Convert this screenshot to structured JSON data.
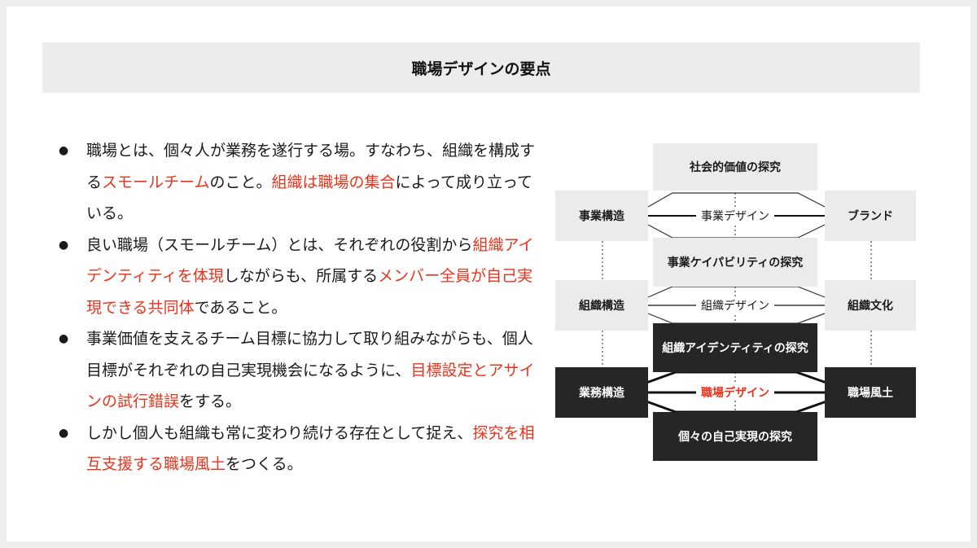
{
  "title": "職場デザインの要点",
  "bullets": [
    [
      {
        "t": "職場とは、個々人が業務を遂行する場。すなわち、組織を構成する",
        "hl": false
      },
      {
        "t": "スモールチーム",
        "hl": true
      },
      {
        "t": "のこと。",
        "hl": false
      },
      {
        "t": "組織は職場の集合",
        "hl": true
      },
      {
        "t": "によって成り立っている。",
        "hl": false
      }
    ],
    [
      {
        "t": "良い職場（スモールチーム）とは、それぞれの役割から",
        "hl": false
      },
      {
        "t": "組織アイデンティティを体現",
        "hl": true
      },
      {
        "t": "しながらも、所属する",
        "hl": false
      },
      {
        "t": "メンバー全員が自己実現できる共同体",
        "hl": true
      },
      {
        "t": "であること。",
        "hl": false
      }
    ],
    [
      {
        "t": "事業価値を支えるチーム目標に協力して取り組みながらも、個人目標がそれぞれの自己実現機会になるように、",
        "hl": false
      },
      {
        "t": "目標設定とアサインの試行錯誤",
        "hl": true
      },
      {
        "t": "をする。",
        "hl": false
      }
    ],
    [
      {
        "t": "しかし個人も組織も常に変わり続ける存在として捉え、",
        "hl": false
      },
      {
        "t": "探究を相互支援する職場風土",
        "hl": true
      },
      {
        "t": "をつくる。",
        "hl": false
      }
    ]
  ],
  "diagram": {
    "social_value": "社会的価値の探究",
    "business_structure": "事業構造",
    "brand": "ブランド",
    "business_design": "事業デザイン",
    "business_capability": "事業ケイパビリティの探究",
    "org_structure": "組織構造",
    "org_culture": "組織文化",
    "org_design": "組織デザイン",
    "org_identity": "組織アイデンティティの探究",
    "work_structure": "業務構造",
    "workplace_climate": "職場風土",
    "workplace_design": "職場デザイン",
    "self_realization": "個々の自己実現の探究"
  },
  "colors": {
    "accent": "#e8341c",
    "dark": "#262626",
    "light": "#ebebeb",
    "title_bar": "#ececec"
  }
}
